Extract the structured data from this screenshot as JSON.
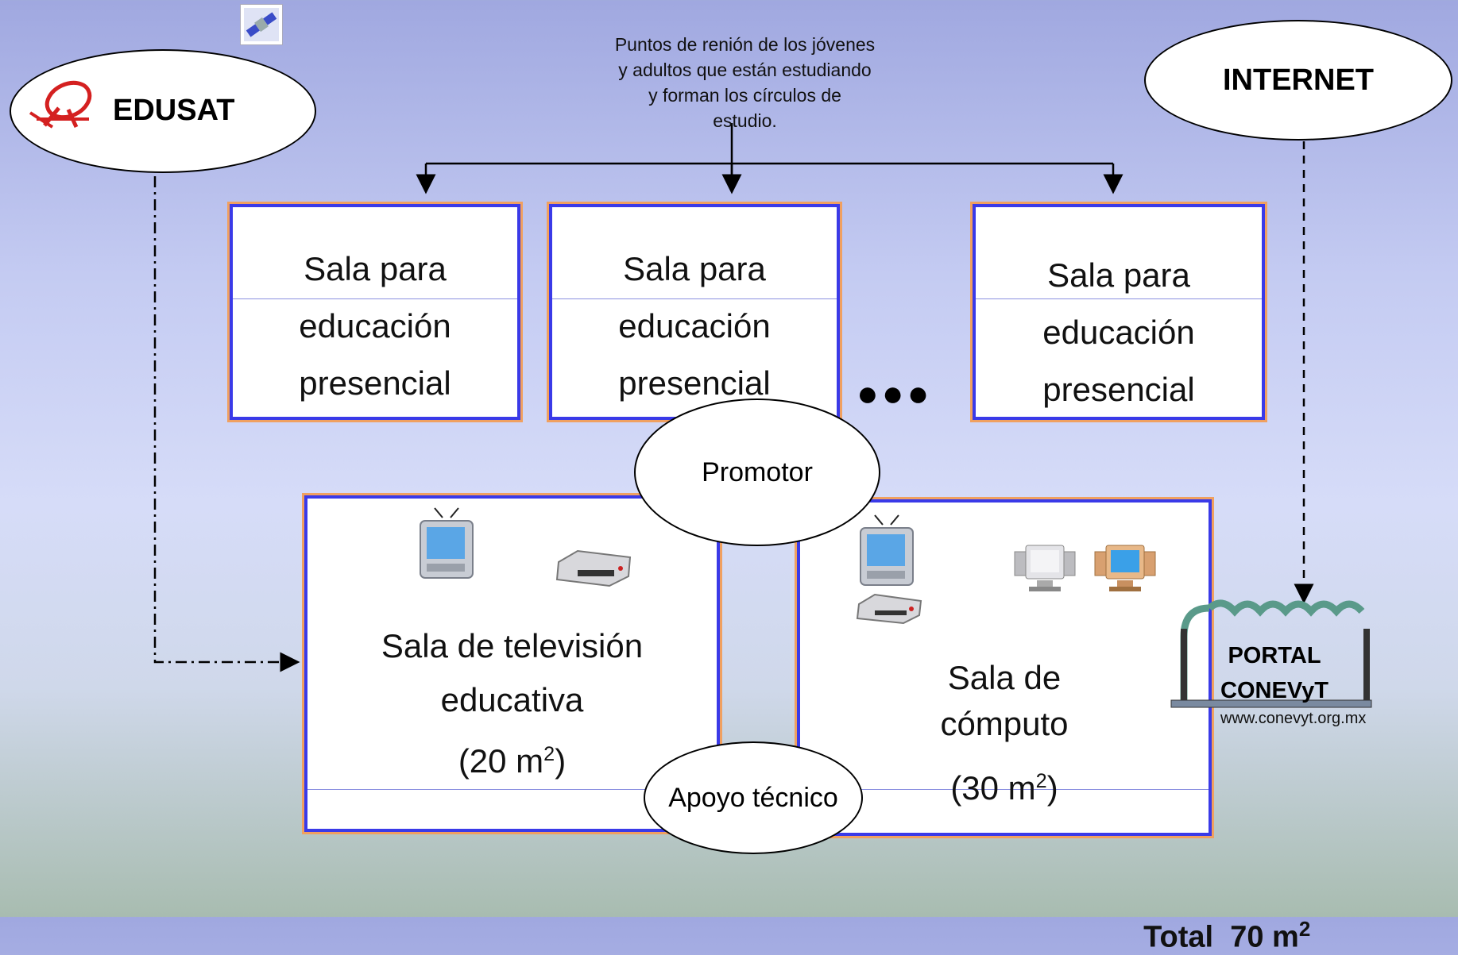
{
  "edusat": {
    "label": "EDUSAT"
  },
  "internet": {
    "label": "INTERNET"
  },
  "meeting_note": {
    "lines": [
      "Puntos de renión de los jóvenes",
      "y adultos que están estudiando",
      "y forman los círculos de",
      "estudio."
    ]
  },
  "rooms": [
    {
      "lines": [
        "Sala para",
        "educación",
        "presencial"
      ]
    },
    {
      "lines": [
        "Sala para",
        "educación",
        "presencial"
      ]
    },
    {
      "lines": [
        "Sala para",
        "educación",
        "presencial"
      ]
    }
  ],
  "ellipsis": "●●●",
  "promotor": {
    "label": "Promotor"
  },
  "tv_room": {
    "line1": "Sala de televisión",
    "line2": "educativa",
    "area_prefix": "(20 m",
    "area_exp": "2",
    "area_suffix": ")"
  },
  "computer_room": {
    "line1": "Sala de",
    "line2": "cómputo",
    "area_prefix": "(30 m",
    "area_exp": "2",
    "area_suffix": ")"
  },
  "apoyo": {
    "label": "Apoyo técnico"
  },
  "portal": {
    "line1": "PORTAL",
    "line2": "CONEVyT",
    "url": "www.conevyt.org.mx"
  },
  "total": {
    "label": "Total  70 m",
    "exp": "2"
  },
  "colors": {
    "room_border": "#3a3ae8",
    "room_outline": "#f0a060",
    "icon_red": "#d42020"
  }
}
